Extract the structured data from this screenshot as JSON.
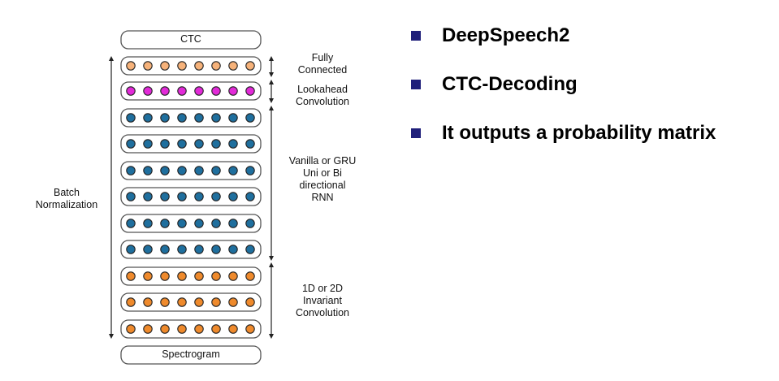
{
  "diagram": {
    "top_box": "CTC",
    "bottom_box": "Spectrogram",
    "side_label": [
      "Batch",
      "Normalization"
    ],
    "groups": [
      {
        "label": [
          "Fully",
          "Connected"
        ]
      },
      {
        "label": [
          "Lookahead",
          "Convolution"
        ]
      },
      {
        "label": [
          "Vanilla or GRU",
          "Uni or Bi",
          "directional",
          "RNN"
        ]
      },
      {
        "label": [
          "1D or 2D",
          "Invariant",
          "Convolution"
        ]
      }
    ],
    "layers": [
      {
        "kind": "fully-connected",
        "color": "#f6b27a"
      },
      {
        "kind": "lookahead-conv",
        "color": "#e22ad8"
      },
      {
        "kind": "rnn",
        "color": "#1f6f9e"
      },
      {
        "kind": "rnn",
        "color": "#1f6f9e"
      },
      {
        "kind": "rnn",
        "color": "#1f6f9e"
      },
      {
        "kind": "rnn",
        "color": "#1f6f9e"
      },
      {
        "kind": "rnn",
        "color": "#1f6f9e"
      },
      {
        "kind": "rnn",
        "color": "#1f6f9e"
      },
      {
        "kind": "conv",
        "color": "#ef8a2c"
      },
      {
        "kind": "conv",
        "color": "#ef8a2c"
      },
      {
        "kind": "conv",
        "color": "#ef8a2c"
      }
    ]
  },
  "bullets": [
    {
      "text": "DeepSpeech2"
    },
    {
      "text": "CTC-Decoding"
    },
    {
      "text": "It outputs a probability matrix"
    }
  ],
  "colors": {
    "bullet": "#1f1f7a",
    "neuron_stroke": "#222222",
    "box_stroke": "#555555"
  }
}
